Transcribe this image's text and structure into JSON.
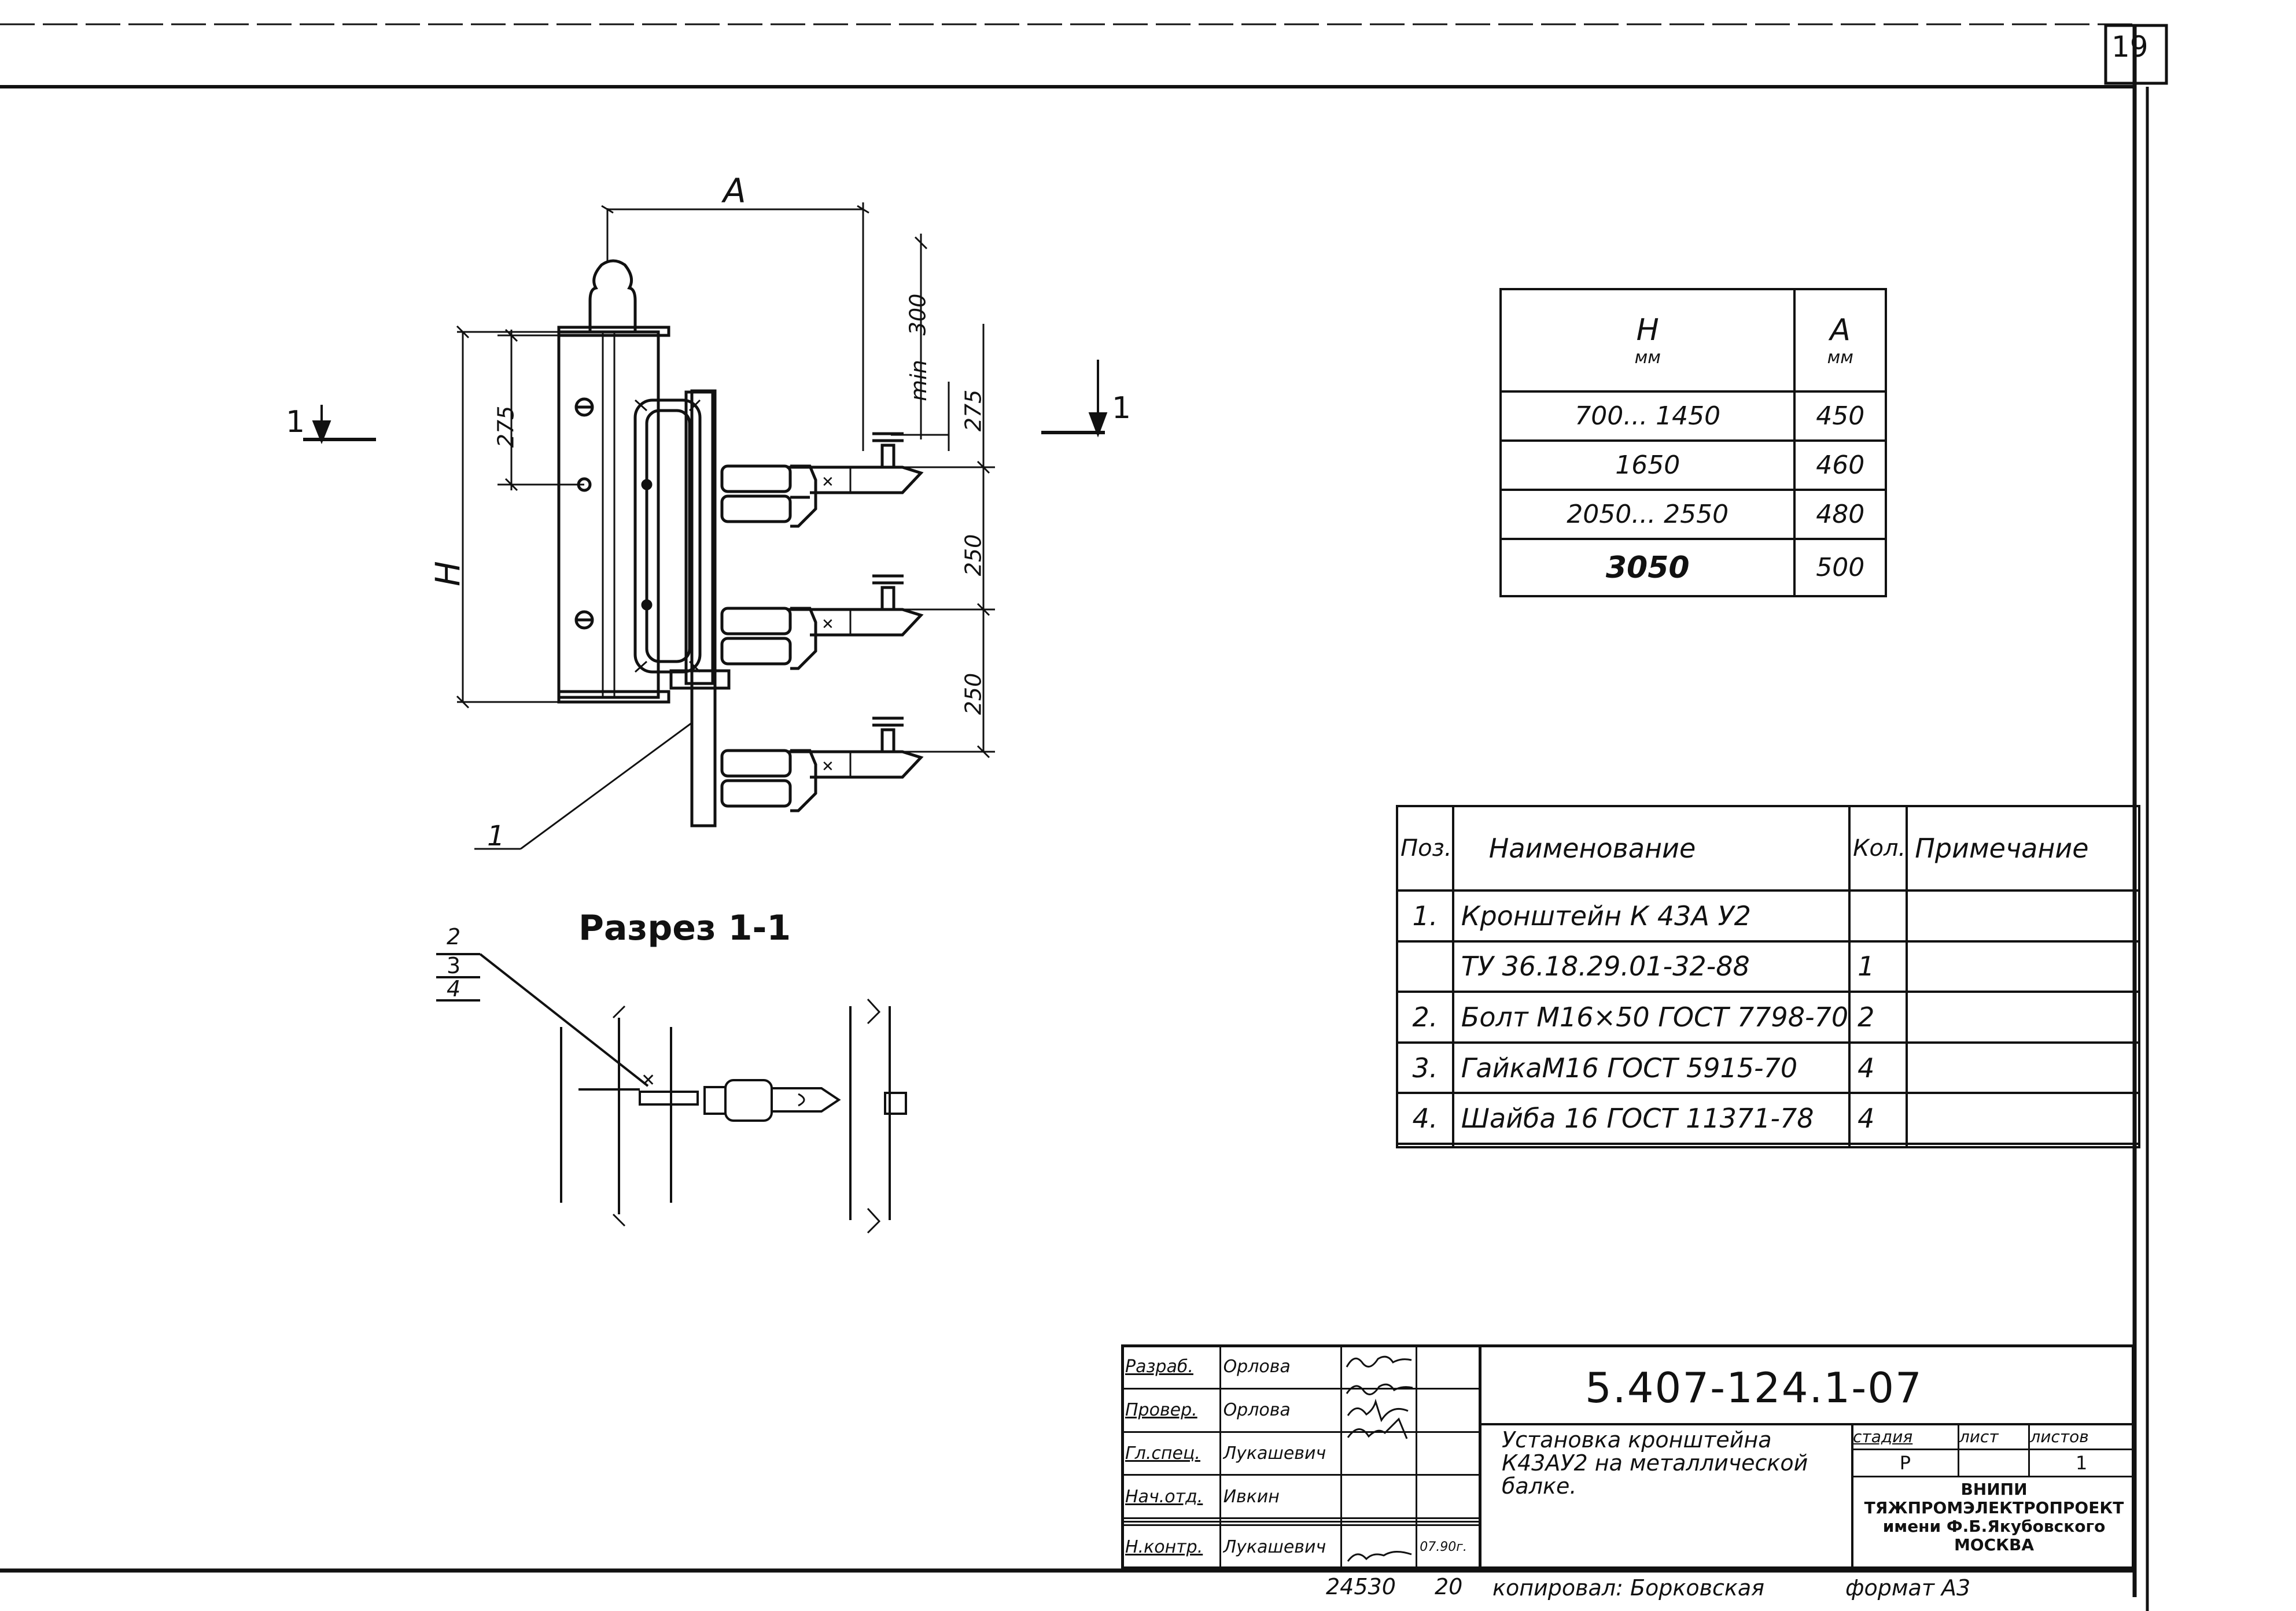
{
  "sheet_number": "19",
  "main_view": {
    "dim_A": "А",
    "dim_H": "Н",
    "dim_300": "300",
    "dim_min": "min",
    "dim_275_left": "275",
    "dim_275_right": "275",
    "dim_250_top": "250",
    "dim_250_bottom": "250",
    "leader_1": "1",
    "section_mark_left": "1",
    "section_mark_right": "1"
  },
  "section": {
    "title": "Разрез 1-1",
    "labels": [
      "2",
      "3",
      "4"
    ]
  },
  "ha_table": {
    "headers": [
      {
        "name": "Н",
        "unit": "мм"
      },
      {
        "name": "А",
        "unit": "мм"
      }
    ],
    "rows": [
      {
        "h": "700... 1450",
        "a": "450"
      },
      {
        "h": "1650",
        "a": "460"
      },
      {
        "h": "2050... 2550",
        "a": "480"
      },
      {
        "h": "3050",
        "a": "500"
      }
    ]
  },
  "spec_table": {
    "headers": {
      "pos": "Поз.",
      "name": "Наименование",
      "qty": "Кол.",
      "note": "Примечание"
    },
    "rows": [
      {
        "pos": "1.",
        "name": "Кронштейн К 43А У2",
        "qty": "",
        "note": ""
      },
      {
        "pos": "",
        "name": "ТУ 36.18.29.01-32-88",
        "qty": "1",
        "note": ""
      },
      {
        "pos": "2.",
        "name": "Болт М16×50 ГОСТ 7798-70",
        "qty": "2",
        "note": ""
      },
      {
        "pos": "3.",
        "name": "ГайкаМ16 ГОСТ 5915-70",
        "qty": "4",
        "note": ""
      },
      {
        "pos": "4.",
        "name": "Шайба 16 ГОСТ 11371-78",
        "qty": "4",
        "note": ""
      },
      {
        "pos": "",
        "name": "",
        "qty": "",
        "note": ""
      }
    ]
  },
  "title_block": {
    "signers": [
      {
        "role": "Разраб.",
        "name": "Орлова",
        "date": ""
      },
      {
        "role": "Провер.",
        "name": "Орлова",
        "date": ""
      },
      {
        "role": "Гл.спец.",
        "name": "Лукашевич",
        "date": ""
      },
      {
        "role": "Нач.отд.",
        "name": "Ивкин",
        "date": ""
      },
      {
        "role": "",
        "name": "",
        "date": ""
      },
      {
        "role": "",
        "name": "",
        "date": ""
      },
      {
        "role": "Н.контр.",
        "name": "Лукашевич",
        "date": "07.90г."
      }
    ],
    "doc_code": "5.407-124.1-07",
    "description": "Установка кронштейна К43АУ2 на металлической балке.",
    "stage_label": "стадия",
    "sheet_label": "лист",
    "sheets_label": "листов",
    "stage_value": "Р",
    "sheet_value": "",
    "sheets_value": "1",
    "org": "ВНИПИ ТЯЖПРОМЭЛЕКТРОПРОЕКТ имени Ф.Б.Якубовского МОСКВА"
  },
  "footer": {
    "inv": "24530",
    "num": "20",
    "copied": "копировал: Борковская",
    "format": "формат А3"
  }
}
